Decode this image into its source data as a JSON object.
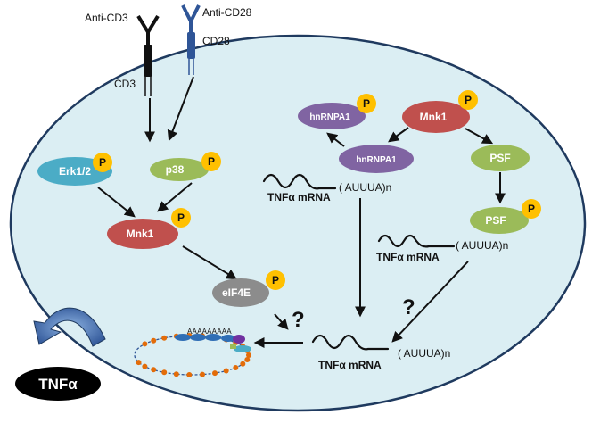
{
  "receptors": {
    "anti_cd3": "Anti-CD3",
    "anti_cd28": "Anti-CD28",
    "cd3": "CD3",
    "cd28": "CD28"
  },
  "nodes": {
    "erk": "Erk1/2",
    "p38": "p38",
    "mnk1_left": "Mnk1",
    "eif4e": "eIF4E",
    "mnk1_right": "Mnk1",
    "hnrnpa1_top": "hnRNPA1",
    "hnrnpa1_mid": "hnRNPA1",
    "psf_top": "PSF",
    "psf_low": "PSF"
  },
  "phospho_label": "P",
  "mrna": {
    "label": "TNFα mRNA",
    "motif": "( AUUUA)n"
  },
  "polya": "AAAAAAAAA",
  "question": "?",
  "output": "TNFα",
  "colors": {
    "cell_fill": "#dbeef3",
    "erk": "#4bacc6",
    "p38": "#9bbb59",
    "mnk1": "#c0504d",
    "eif4e": "#8c8c8c",
    "hnrnpa1": "#8064a2",
    "psf": "#9bbb59",
    "phospho": "#ffc000",
    "receptor_cd28": "#2f5597",
    "curved_arrow": "#4f81bd"
  }
}
